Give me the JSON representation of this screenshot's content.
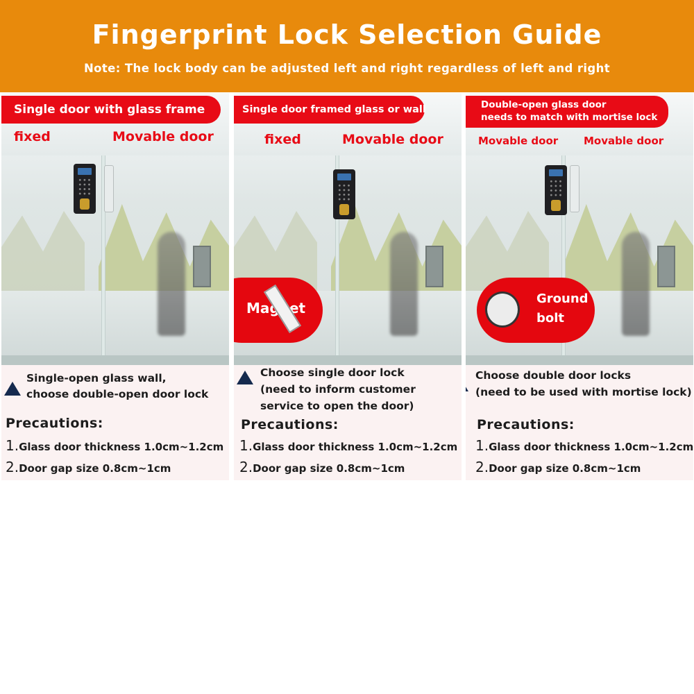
{
  "header": {
    "title": "Fingerprint Lock Selection Guide",
    "note": "Note: The lock body can be adjusted left and right regardless of left and right"
  },
  "panels": [
    {
      "banner": "Single door with glass frame",
      "left_tag": "fixed",
      "right_tag": "Movable door",
      "note_lines": [
        "Single-open glass wall,",
        "choose double-open door lock"
      ],
      "precautions_title": "Precautions:",
      "items": [
        {
          "num": "1.",
          "text": "Glass door thickness 1.0cm~1.2cm"
        },
        {
          "num": "2.",
          "text": "Door gap size 0.8cm~1cm"
        }
      ]
    },
    {
      "banner": "Single door framed glass or wall",
      "left_tag": "fixed",
      "right_tag": "Movable door",
      "badge": "Magnet",
      "note_lines": [
        "Choose single door lock",
        "(need to inform customer",
        "service to open the door)"
      ],
      "precautions_title": "Precautions:",
      "items": [
        {
          "num": "1.",
          "text": "Glass door thickness 1.0cm~1.2cm"
        },
        {
          "num": "2.",
          "text": "Door gap size 0.8cm~1cm"
        }
      ]
    },
    {
      "banner_lines": [
        "Double-open glass door",
        "needs to match with mortise lock"
      ],
      "left_tag": "Movable door",
      "right_tag": "Movable door",
      "badge_lines": [
        "Ground",
        "bolt"
      ],
      "note_lines": [
        "Choose double door locks",
        "(need to be used with mortise lock)"
      ],
      "precautions_title": "Precautions:",
      "items": [
        {
          "num": "1.",
          "text": "Glass door thickness 1.0cm~1.2cm"
        },
        {
          "num": "2.",
          "text": "Door gap size 0.8cm~1cm"
        }
      ]
    }
  ],
  "colors": {
    "header_bg": "#e88a0c",
    "accent_red": "#e80b16",
    "triangle": "#152a4e"
  }
}
